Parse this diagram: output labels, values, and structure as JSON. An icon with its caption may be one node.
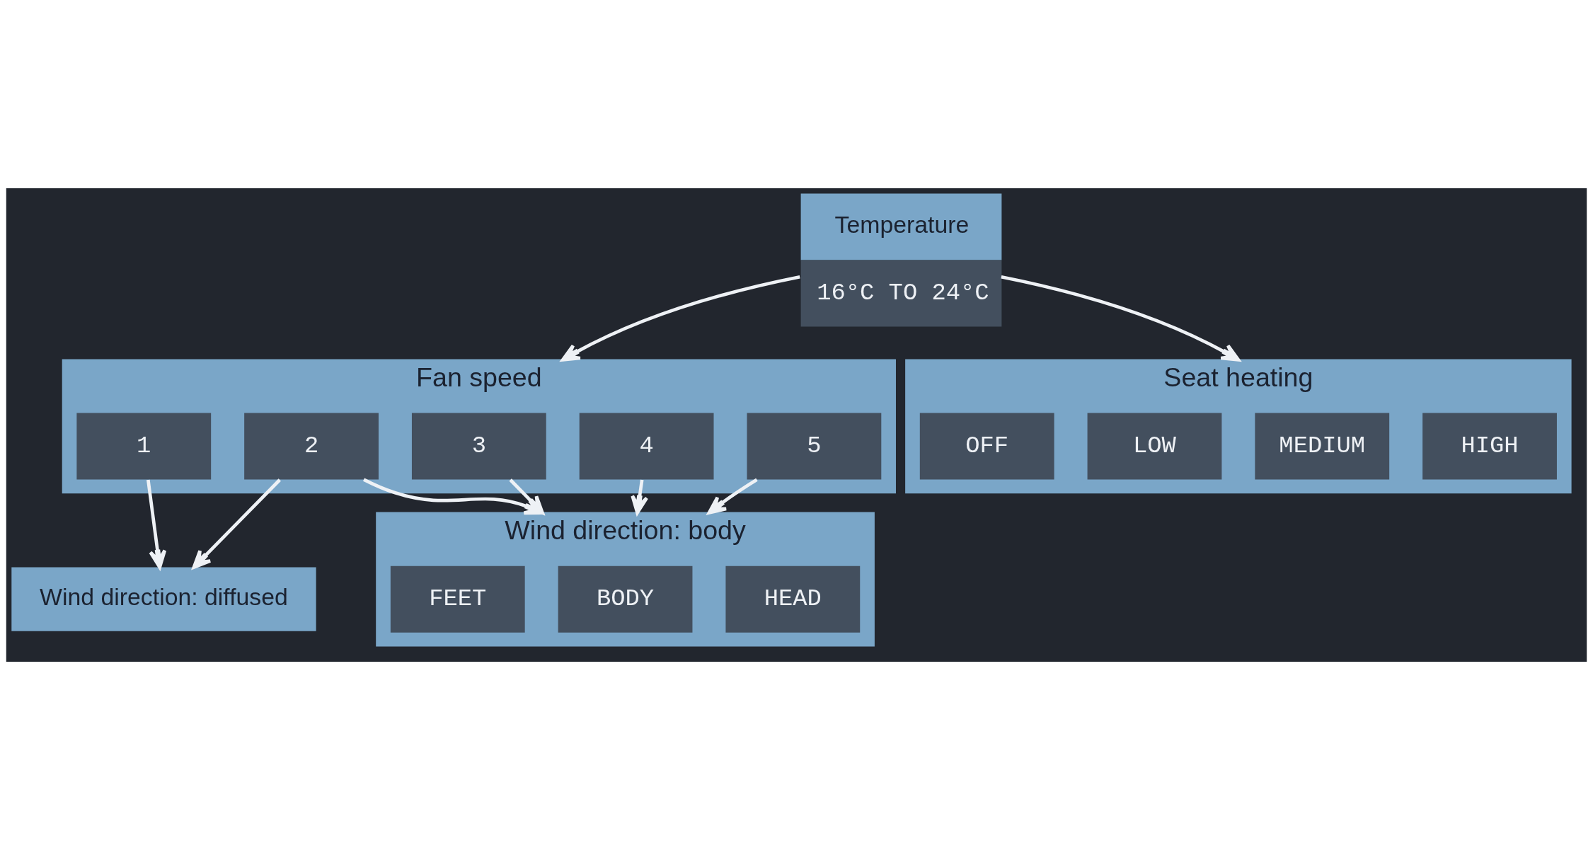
{
  "diagram": {
    "nodes": [
      {
        "text": [
          "Temperature",
          "16°C TO 24°C"
        ]
      },
      {
        "text": [
          "Fan speed"
        ]
      },
      {
        "text": [
          "1"
        ],
        "in": 1
      },
      {
        "text": [
          "2"
        ],
        "in": 1
      },
      {
        "text": [
          "3"
        ],
        "in": 1
      },
      {
        "text": [
          "4"
        ],
        "in": 1
      },
      {
        "text": [
          "5"
        ],
        "in": 1
      },
      {
        "text": [
          "Seat heating"
        ]
      },
      {
        "text": [
          "OFF"
        ],
        "in": 7
      },
      {
        "text": [
          "LOW"
        ],
        "in": 7
      },
      {
        "text": [
          "MEDIUM"
        ],
        "in": 7
      },
      {
        "text": [
          "HIGH"
        ],
        "in": 7
      },
      {
        "text": [
          "Wind direction: diffused"
        ]
      },
      {
        "text": [
          "Wind direction: body"
        ]
      },
      {
        "text": [
          "FEET"
        ],
        "in": 13
      },
      {
        "text": [
          "BODY"
        ],
        "in": 13
      },
      {
        "text": [
          "HEAD"
        ],
        "in": 13
      }
    ],
    "edges": [
      {
        "from": 0,
        "to": 1,
        "arrow": "to"
      },
      {
        "from": 0,
        "to": 7,
        "arrow": "to"
      },
      {
        "from": 2,
        "to": 12,
        "arrow": "to"
      },
      {
        "from": 3,
        "to": 12,
        "arrow": "to"
      },
      {
        "from": 3,
        "to": 13,
        "arrow": "to"
      },
      {
        "from": 4,
        "to": 13,
        "arrow": "to"
      },
      {
        "from": 5,
        "to": 13,
        "arrow": "to"
      },
      {
        "from": 6,
        "to": 13,
        "arrow": "to"
      }
    ]
  }
}
